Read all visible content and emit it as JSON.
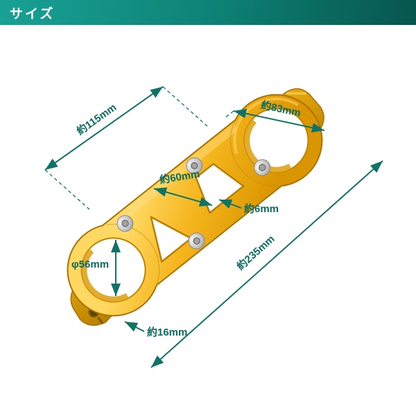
{
  "header": {
    "title": "サイズ"
  },
  "colors": {
    "header_teal_from": "#18a295",
    "header_teal_to": "#07564d",
    "dimension_teal": "#0e7468",
    "part_gold": "#F2AE12",
    "part_gold_light": "#FFD24F",
    "part_gold_dark": "#C88A00"
  },
  "diagram": {
    "subject": "gold fork stabilizer bracket with two clamp rings",
    "dimensions": {
      "width_115": "約115mm",
      "clamp_83": "約83mm",
      "plate_60": "約60mm",
      "thickness_6": "約6mm",
      "bore_56": "φ56mm",
      "block_16": "約16mm",
      "overall_235": "約235mm"
    }
  }
}
